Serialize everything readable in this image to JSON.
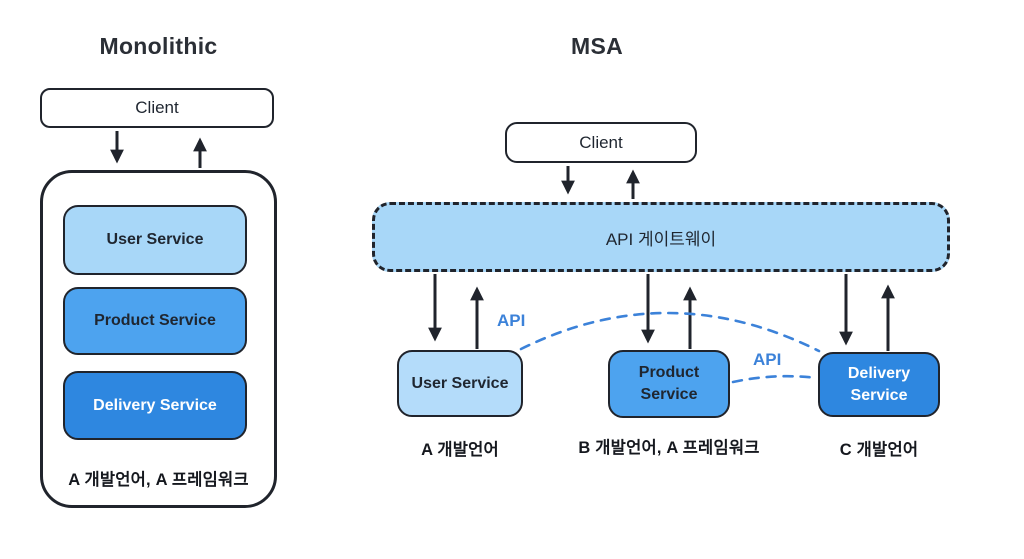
{
  "colors": {
    "light_blue": "#a8d7f8",
    "lighter_blue": "#b4dcfa",
    "medium_blue": "#4da3ef",
    "dark_blue": "#2e87e0",
    "api_blue": "#3c82d9",
    "outline": "#20242c"
  },
  "monolithic": {
    "title": "Monolithic",
    "client_label": "Client",
    "services": [
      {
        "label": "User Service"
      },
      {
        "label": "Product Service"
      },
      {
        "label": "Delivery Service"
      }
    ],
    "footnote": "A 개발언어, A 프레임워크"
  },
  "msa": {
    "title": "MSA",
    "client_label": "Client",
    "gateway_label": "API 게이트웨이",
    "services": [
      {
        "label": "User Service",
        "note": "A 개발언어"
      },
      {
        "label": "Product Service",
        "note": "B 개발언어, A 프레임워크"
      },
      {
        "label": "Delivery Service",
        "note": "C 개발언어"
      }
    ],
    "api_link_label_1": "API",
    "api_link_label_2": "API"
  }
}
